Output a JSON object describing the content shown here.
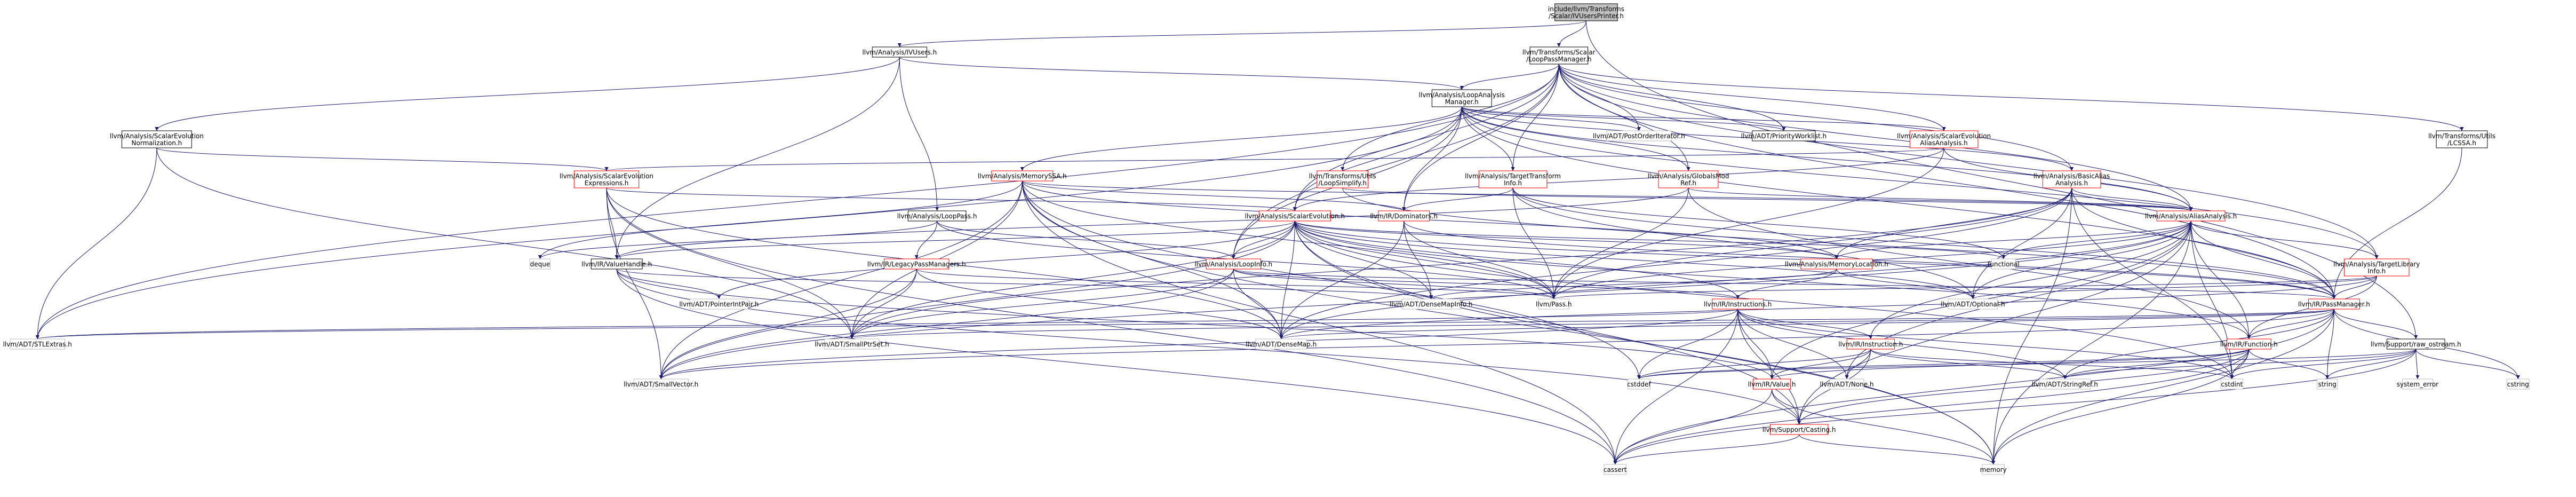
{
  "colors": {
    "edge": "#191970",
    "text_default": "#000000",
    "text_linked": "#000000",
    "border_default": "#000000",
    "border_linked_red": "#ff0000",
    "border_external": "#bfbfbf",
    "root_fill": "#bfbfbf",
    "node_fill": "#ffffff"
  },
  "nodes": [
    {
      "id": "root",
      "lines": [
        "include/llvm/Transforms",
        "/Scalar/IVUsersPrinter.h"
      ],
      "kind": "root"
    },
    {
      "id": "ivusers",
      "lines": [
        "llvm/Analysis/IVUsers.h"
      ],
      "kind": "normal"
    },
    {
      "id": "looppassmgr",
      "lines": [
        "llvm/Transforms/Scalar",
        "/LoopPassManager.h"
      ],
      "kind": "normal"
    },
    {
      "id": "loopanalysismgr",
      "lines": [
        "llvm/Analysis/LoopAnalysis",
        "Manager.h"
      ],
      "kind": "normal"
    },
    {
      "id": "scevnorm",
      "lines": [
        "llvm/Analysis/ScalarEvolution",
        "Normalization.h"
      ],
      "kind": "normal"
    },
    {
      "id": "lcssa",
      "lines": [
        "llvm/Transforms/Utils",
        "/LCSSA.h"
      ],
      "kind": "normal"
    },
    {
      "id": "postorder",
      "lines": [
        "llvm/ADT/PostOrderIterator.h"
      ],
      "kind": "external"
    },
    {
      "id": "priorityworklist",
      "lines": [
        "llvm/ADT/PriorityWorklist.h"
      ],
      "kind": "normal"
    },
    {
      "id": "scevaa",
      "lines": [
        "llvm/Analysis/ScalarEvolution",
        "AliasAnalysis.h"
      ],
      "kind": "red"
    },
    {
      "id": "scevexp",
      "lines": [
        "llvm/Analysis/ScalarEvolution",
        "Expressions.h"
      ],
      "kind": "red"
    },
    {
      "id": "memoryssa",
      "lines": [
        "llvm/Analysis/MemorySSA.h"
      ],
      "kind": "red"
    },
    {
      "id": "loopsimplify",
      "lines": [
        "llvm/Transforms/Utils",
        "/LoopSimplify.h"
      ],
      "kind": "red"
    },
    {
      "id": "tti",
      "lines": [
        "llvm/Analysis/TargetTransform",
        "Info.h"
      ],
      "kind": "red"
    },
    {
      "id": "globalsmodref",
      "lines": [
        "llvm/Analysis/GlobalsMod",
        "Ref.h"
      ],
      "kind": "red"
    },
    {
      "id": "basicaa",
      "lines": [
        "llvm/Analysis/BasicAlias",
        "Analysis.h"
      ],
      "kind": "red"
    },
    {
      "id": "looppass",
      "lines": [
        "llvm/Analysis/LoopPass.h"
      ],
      "kind": "normal"
    },
    {
      "id": "dominators",
      "lines": [
        "llvm/IR/Dominators.h"
      ],
      "kind": "red"
    },
    {
      "id": "aliasanalysis",
      "lines": [
        "llvm/Analysis/AliasAnalysis.h"
      ],
      "kind": "red"
    },
    {
      "id": "scalarevolution",
      "lines": [
        "llvm/Analysis/ScalarEvolution.h"
      ],
      "kind": "red"
    },
    {
      "id": "legacypassmgrs",
      "lines": [
        "llvm/IR/LegacyPassManagers.h"
      ],
      "kind": "red"
    },
    {
      "id": "deque",
      "lines": [
        "deque"
      ],
      "kind": "external"
    },
    {
      "id": "valuehandle",
      "lines": [
        "llvm/IR/ValueHandle.h"
      ],
      "kind": "normal"
    },
    {
      "id": "loopinfo",
      "lines": [
        "llvm/Analysis/LoopInfo.h"
      ],
      "kind": "red"
    },
    {
      "id": "memorylocation",
      "lines": [
        "llvm/Analysis/MemoryLocation.h"
      ],
      "kind": "red"
    },
    {
      "id": "functional",
      "lines": [
        "functional"
      ],
      "kind": "external"
    },
    {
      "id": "tli",
      "lines": [
        "llvm/Analysis/TargetLibrary",
        "Info.h"
      ],
      "kind": "red"
    },
    {
      "id": "pointerintpair",
      "lines": [
        "llvm/ADT/PointerIntPair.h"
      ],
      "kind": "external"
    },
    {
      "id": "densemapinfo",
      "lines": [
        "llvm/ADT/DenseMapInfo.h"
      ],
      "kind": "external"
    },
    {
      "id": "pass",
      "lines": [
        "llvm/Pass.h"
      ],
      "kind": "external"
    },
    {
      "id": "instructions",
      "lines": [
        "llvm/IR/Instructions.h"
      ],
      "kind": "red"
    },
    {
      "id": "optional",
      "lines": [
        "llvm/ADT/Optional.h"
      ],
      "kind": "external"
    },
    {
      "id": "passmanager",
      "lines": [
        "llvm/IR/PassManager.h"
      ],
      "kind": "red"
    },
    {
      "id": "stlextras",
      "lines": [
        "llvm/ADT/STLExtras.h"
      ],
      "kind": "external"
    },
    {
      "id": "smallptrset",
      "lines": [
        "llvm/ADT/SmallPtrSet.h"
      ],
      "kind": "external"
    },
    {
      "id": "densemap",
      "lines": [
        "llvm/ADT/DenseMap.h"
      ],
      "kind": "external"
    },
    {
      "id": "instruction",
      "lines": [
        "llvm/IR/Instruction.h"
      ],
      "kind": "red"
    },
    {
      "id": "function",
      "lines": [
        "llvm/IR/Function.h"
      ],
      "kind": "red"
    },
    {
      "id": "rawostream",
      "lines": [
        "llvm/Support/raw_ostream.h"
      ],
      "kind": "normal"
    },
    {
      "id": "smallvector",
      "lines": [
        "llvm/ADT/SmallVector.h"
      ],
      "kind": "external"
    },
    {
      "id": "cstddef",
      "lines": [
        "cstddef"
      ],
      "kind": "external"
    },
    {
      "id": "irvalue",
      "lines": [
        "llvm/IR/Value.h"
      ],
      "kind": "red"
    },
    {
      "id": "none",
      "lines": [
        "llvm/ADT/None.h"
      ],
      "kind": "external"
    },
    {
      "id": "stringref",
      "lines": [
        "llvm/ADT/StringRef.h"
      ],
      "kind": "external"
    },
    {
      "id": "cstdint",
      "lines": [
        "cstdint"
      ],
      "kind": "external"
    },
    {
      "id": "string",
      "lines": [
        "string"
      ],
      "kind": "external"
    },
    {
      "id": "systemerror",
      "lines": [
        "system_error"
      ],
      "kind": "external"
    },
    {
      "id": "cstring",
      "lines": [
        "cstring"
      ],
      "kind": "external"
    },
    {
      "id": "casting",
      "lines": [
        "llvm/Support/Casting.h"
      ],
      "kind": "red"
    },
    {
      "id": "cassert",
      "lines": [
        "cassert"
      ],
      "kind": "external"
    },
    {
      "id": "memory",
      "lines": [
        "memory"
      ],
      "kind": "external"
    }
  ],
  "edges": [
    [
      "root",
      "ivusers"
    ],
    [
      "root",
      "looppassmgr"
    ],
    [
      "root",
      "rawostream"
    ],
    [
      "ivusers",
      "loopanalysismgr"
    ],
    [
      "ivusers",
      "scevnorm"
    ],
    [
      "ivusers",
      "looppass"
    ],
    [
      "ivusers",
      "valuehandle"
    ],
    [
      "looppassmgr",
      "loopanalysismgr"
    ],
    [
      "looppassmgr",
      "postorder"
    ],
    [
      "looppassmgr",
      "priorityworklist"
    ],
    [
      "looppassmgr",
      "scevaa"
    ],
    [
      "looppassmgr",
      "lcssa"
    ],
    [
      "looppassmgr",
      "loopsimplify"
    ],
    [
      "looppassmgr",
      "tti"
    ],
    [
      "looppassmgr",
      "globalsmodref"
    ],
    [
      "looppassmgr",
      "basicaa"
    ],
    [
      "looppassmgr",
      "aliasanalysis"
    ],
    [
      "looppassmgr",
      "scalarevolution"
    ],
    [
      "looppassmgr",
      "loopinfo"
    ],
    [
      "looppassmgr",
      "tli"
    ],
    [
      "looppassmgr",
      "dominators"
    ],
    [
      "looppassmgr",
      "passmanager"
    ],
    [
      "looppassmgr",
      "stlextras"
    ],
    [
      "loopanalysismgr",
      "postorder"
    ],
    [
      "loopanalysismgr",
      "priorityworklist"
    ],
    [
      "loopanalysismgr",
      "scevaa"
    ],
    [
      "loopanalysismgr",
      "memoryssa"
    ],
    [
      "loopanalysismgr",
      "tti"
    ],
    [
      "loopanalysismgr",
      "globalsmodref"
    ],
    [
      "loopanalysismgr",
      "basicaa"
    ],
    [
      "loopanalysismgr",
      "aliasanalysis"
    ],
    [
      "loopanalysismgr",
      "scalarevolution"
    ],
    [
      "loopanalysismgr",
      "loopinfo"
    ],
    [
      "loopanalysismgr",
      "tli"
    ],
    [
      "loopanalysismgr",
      "dominators"
    ],
    [
      "loopanalysismgr",
      "passmanager"
    ],
    [
      "loopanalysismgr",
      "stlextras"
    ],
    [
      "scevnorm",
      "scevexp"
    ],
    [
      "scevnorm",
      "stlextras"
    ],
    [
      "scevnorm",
      "smallptrset"
    ],
    [
      "lcssa",
      "passmanager"
    ],
    [
      "scevaa",
      "aliasanalysis"
    ],
    [
      "scevaa",
      "scalarevolution"
    ],
    [
      "scevaa",
      "pass"
    ],
    [
      "scevaa",
      "scevexp"
    ],
    [
      "scevexp",
      "scalarevolution"
    ],
    [
      "scevexp",
      "valuehandle"
    ],
    [
      "scevexp",
      "smallptrset"
    ],
    [
      "scevexp",
      "smallvector"
    ],
    [
      "scevexp",
      "cassert"
    ],
    [
      "scevexp",
      "densemap"
    ],
    [
      "memoryssa",
      "aliasanalysis"
    ],
    [
      "memoryssa",
      "memorylocation"
    ],
    [
      "memoryssa",
      "dominators"
    ],
    [
      "memoryssa",
      "pass"
    ],
    [
      "memoryssa",
      "densemap"
    ],
    [
      "memoryssa",
      "smallptrset"
    ],
    [
      "memoryssa",
      "smallvector"
    ],
    [
      "memoryssa",
      "cassert"
    ],
    [
      "memoryssa",
      "cstddef"
    ],
    [
      "memoryssa",
      "memory"
    ],
    [
      "memoryssa",
      "deque"
    ],
    [
      "loopsimplify",
      "passmanager"
    ],
    [
      "loopsimplify",
      "aliasanalysis"
    ],
    [
      "tti",
      "passmanager"
    ],
    [
      "tti",
      "pass"
    ],
    [
      "tti",
      "optional"
    ],
    [
      "tti",
      "functional"
    ],
    [
      "tti",
      "dominators"
    ],
    [
      "globalsmodref",
      "aliasanalysis"
    ],
    [
      "globalsmodref",
      "pass"
    ],
    [
      "globalsmodref",
      "valuehandle"
    ],
    [
      "globalsmodref",
      "function"
    ],
    [
      "basicaa",
      "aliasanalysis"
    ],
    [
      "basicaa",
      "pass"
    ],
    [
      "basicaa",
      "smallptrset"
    ],
    [
      "basicaa",
      "optional"
    ],
    [
      "basicaa",
      "passmanager"
    ],
    [
      "basicaa",
      "memorylocation"
    ],
    [
      "basicaa",
      "memory"
    ],
    [
      "basicaa",
      "cstdint"
    ],
    [
      "basicaa",
      "densemap"
    ],
    [
      "looppass",
      "legacypassmgrs"
    ],
    [
      "looppass",
      "loopinfo"
    ],
    [
      "looppass",
      "pass"
    ],
    [
      "looppass",
      "deque"
    ],
    [
      "dominators",
      "pass"
    ],
    [
      "dominators",
      "densemapinfo"
    ],
    [
      "dominators",
      "densemap"
    ],
    [
      "dominators",
      "passmanager"
    ],
    [
      "aliasanalysis",
      "memorylocation"
    ],
    [
      "aliasanalysis",
      "tli"
    ],
    [
      "aliasanalysis",
      "passmanager"
    ],
    [
      "aliasanalysis",
      "pass"
    ],
    [
      "aliasanalysis",
      "optional"
    ],
    [
      "aliasanalysis",
      "instruction"
    ],
    [
      "aliasanalysis",
      "function"
    ],
    [
      "aliasanalysis",
      "irvalue"
    ],
    [
      "aliasanalysis",
      "smallvector"
    ],
    [
      "aliasanalysis",
      "densemap"
    ],
    [
      "aliasanalysis",
      "none"
    ],
    [
      "aliasanalysis",
      "casting"
    ],
    [
      "aliasanalysis",
      "cstdint"
    ],
    [
      "aliasanalysis",
      "memory"
    ],
    [
      "aliasanalysis",
      "functional"
    ],
    [
      "scalarevolution",
      "loopinfo"
    ],
    [
      "scalarevolution",
      "valuehandle"
    ],
    [
      "scalarevolution",
      "instructions"
    ],
    [
      "scalarevolution",
      "pass"
    ],
    [
      "scalarevolution",
      "passmanager"
    ],
    [
      "scalarevolution",
      "densemap"
    ],
    [
      "scalarevolution",
      "smallptrset"
    ],
    [
      "scalarevolution",
      "smallvector"
    ],
    [
      "scalarevolution",
      "optional"
    ],
    [
      "scalarevolution",
      "function"
    ],
    [
      "scalarevolution",
      "densemapinfo"
    ],
    [
      "scalarevolution",
      "pointerintpair"
    ],
    [
      "scalarevolution",
      "casting"
    ],
    [
      "scalarevolution",
      "cstdint"
    ],
    [
      "scalarevolution",
      "memory"
    ],
    [
      "scalarevolution",
      "functional"
    ],
    [
      "scalarevolution",
      "memorylocation"
    ],
    [
      "legacypassmgrs",
      "smallptrset"
    ],
    [
      "legacypassmgrs",
      "smallvector"
    ],
    [
      "legacypassmgrs",
      "pass"
    ],
    [
      "legacypassmgrs",
      "densemap"
    ],
    [
      "valuehandle",
      "pointerintpair"
    ],
    [
      "valuehandle",
      "densemapinfo"
    ],
    [
      "valuehandle",
      "irvalue"
    ],
    [
      "valuehandle",
      "casting"
    ],
    [
      "valuehandle",
      "cassert"
    ],
    [
      "loopinfo",
      "pass"
    ],
    [
      "loopinfo",
      "smallptrset"
    ],
    [
      "loopinfo",
      "smallvector"
    ],
    [
      "loopinfo",
      "densemap"
    ],
    [
      "loopinfo",
      "instructions"
    ],
    [
      "loopinfo",
      "passmanager"
    ],
    [
      "memorylocation",
      "optional"
    ],
    [
      "memorylocation",
      "instructions"
    ],
    [
      "memorylocation",
      "densemapinfo"
    ],
    [
      "tli",
      "densemap"
    ],
    [
      "tli",
      "optional"
    ],
    [
      "tli",
      "function"
    ],
    [
      "tli",
      "passmanager"
    ],
    [
      "tli",
      "pass"
    ],
    [
      "instructions",
      "instruction"
    ],
    [
      "instructions",
      "irvalue"
    ],
    [
      "instructions",
      "stringref"
    ],
    [
      "instructions",
      "none"
    ],
    [
      "instructions",
      "casting"
    ],
    [
      "instructions",
      "cassert"
    ],
    [
      "instructions",
      "cstddef"
    ],
    [
      "instructions",
      "cstdint"
    ],
    [
      "instructions",
      "smallvector"
    ],
    [
      "instructions",
      "stlextras"
    ],
    [
      "passmanager",
      "function"
    ],
    [
      "passmanager",
      "stringref"
    ],
    [
      "passmanager",
      "densemap"
    ],
    [
      "passmanager",
      "smallptrset"
    ],
    [
      "passmanager",
      "stlextras"
    ],
    [
      "passmanager",
      "smallvector"
    ],
    [
      "passmanager",
      "cassert"
    ],
    [
      "passmanager",
      "cstring"
    ],
    [
      "passmanager",
      "memory"
    ],
    [
      "passmanager",
      "string"
    ],
    [
      "passmanager",
      "rawostream"
    ],
    [
      "instruction",
      "irvalue"
    ],
    [
      "instruction",
      "none"
    ],
    [
      "instruction",
      "stringref"
    ],
    [
      "instruction",
      "casting"
    ],
    [
      "instruction",
      "cstdint"
    ],
    [
      "instruction",
      "cstddef"
    ],
    [
      "function",
      "irvalue"
    ],
    [
      "function",
      "stringref"
    ],
    [
      "function",
      "casting"
    ],
    [
      "function",
      "cassert"
    ],
    [
      "function",
      "cstddef"
    ],
    [
      "function",
      "cstdint"
    ],
    [
      "function",
      "memory"
    ],
    [
      "function",
      "string"
    ],
    [
      "rawostream",
      "stringref"
    ],
    [
      "rawostream",
      "cassert"
    ],
    [
      "rawostream",
      "cstddef"
    ],
    [
      "rawostream",
      "cstdint"
    ],
    [
      "rawostream",
      "cstring"
    ],
    [
      "rawostream",
      "string"
    ],
    [
      "rawostream",
      "systemerror"
    ],
    [
      "irvalue",
      "casting"
    ],
    [
      "irvalue",
      "cassert"
    ],
    [
      "irvalue",
      "memory"
    ],
    [
      "casting",
      "cassert"
    ],
    [
      "casting",
      "memory"
    ]
  ]
}
